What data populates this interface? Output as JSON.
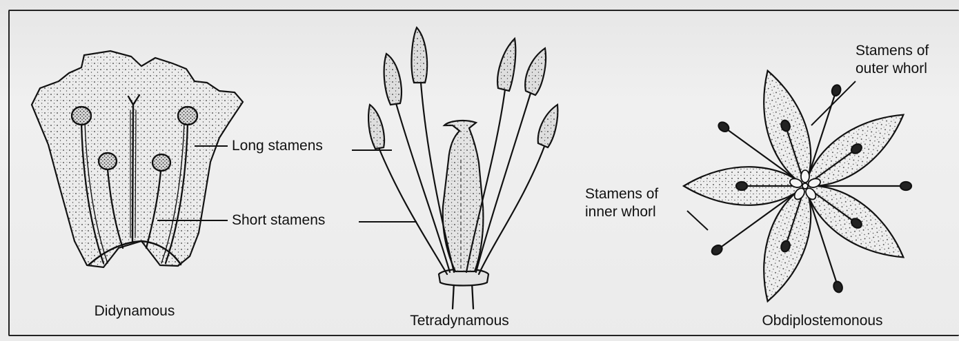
{
  "figures": [
    {
      "id": "didynamous",
      "caption": "Didynamous",
      "labels": {
        "long": "Long stamens",
        "short": "Short stamens"
      }
    },
    {
      "id": "tetradynamous",
      "caption": "Tetradynamous"
    },
    {
      "id": "obdiplostemonous",
      "caption": "Obdiplostemonous",
      "labels": {
        "outer_line1": "Stamens of",
        "outer_line2": "outer whorl",
        "inner_line1": "Stamens of",
        "inner_line2": "inner whorl"
      }
    }
  ],
  "colors": {
    "ink": "#111111",
    "paper": "#ebebeb"
  }
}
